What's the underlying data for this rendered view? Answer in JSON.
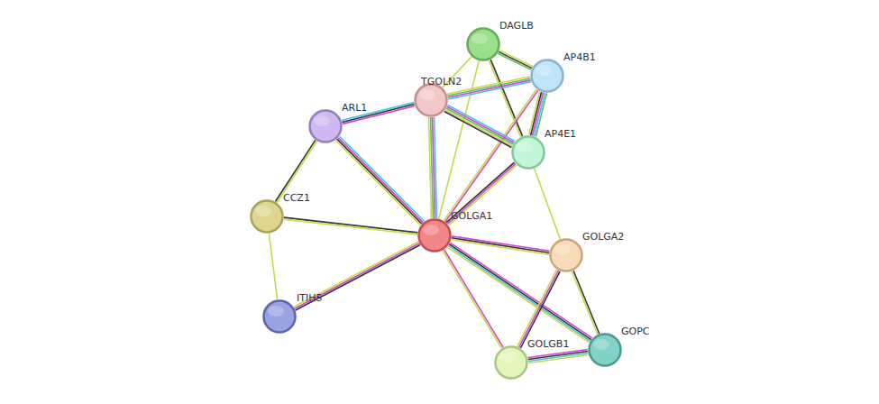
{
  "diagram": {
    "nodes": [
      {
        "text": [
          "DAGLB"
        ]
      },
      {
        "text": [
          "AP4B1"
        ]
      },
      {
        "text": [
          "TGOLN2"
        ]
      },
      {
        "text": [
          "ARL1"
        ]
      },
      {
        "text": [
          "AP4E1"
        ]
      },
      {
        "text": [
          "CCZ1"
        ]
      },
      {
        "text": [
          "GOLGA1"
        ]
      },
      {
        "text": [
          "GOLGA2"
        ]
      },
      {
        "text": [
          "ITIH5"
        ]
      },
      {
        "text": [
          "GOLGB1"
        ]
      },
      {
        "text": [
          "GOPC"
        ]
      }
    ],
    "edges": [
      {
        "from": 0,
        "to": 1,
        "arrow": "none"
      },
      {
        "from": 0,
        "to": 2,
        "arrow": "none"
      },
      {
        "from": 0,
        "to": 4,
        "arrow": "none"
      },
      {
        "from": 0,
        "to": 6,
        "arrow": "none"
      },
      {
        "from": 1,
        "to": 2,
        "arrow": "none"
      },
      {
        "from": 1,
        "to": 4,
        "arrow": "none"
      },
      {
        "from": 1,
        "to": 6,
        "arrow": "none"
      },
      {
        "from": 2,
        "to": 3,
        "arrow": "none"
      },
      {
        "from": 2,
        "to": 4,
        "arrow": "none"
      },
      {
        "from": 2,
        "to": 6,
        "arrow": "none"
      },
      {
        "from": 3,
        "to": 5,
        "arrow": "none"
      },
      {
        "from": 3,
        "to": 6,
        "arrow": "none"
      },
      {
        "from": 4,
        "to": 6,
        "arrow": "none"
      },
      {
        "from": 4,
        "to": 7,
        "arrow": "none"
      },
      {
        "from": 5,
        "to": 6,
        "arrow": "none"
      },
      {
        "from": 5,
        "to": 8,
        "arrow": "none"
      },
      {
        "from": 6,
        "to": 8,
        "arrow": "none"
      },
      {
        "from": 6,
        "to": 7,
        "arrow": "none"
      },
      {
        "from": 6,
        "to": 9,
        "arrow": "none"
      },
      {
        "from": 6,
        "to": 10,
        "arrow": "none"
      },
      {
        "from": 7,
        "to": 9,
        "arrow": "none"
      },
      {
        "from": 7,
        "to": 10,
        "arrow": "none"
      },
      {
        "from": 9,
        "to": 10,
        "arrow": "none"
      }
    ]
  }
}
